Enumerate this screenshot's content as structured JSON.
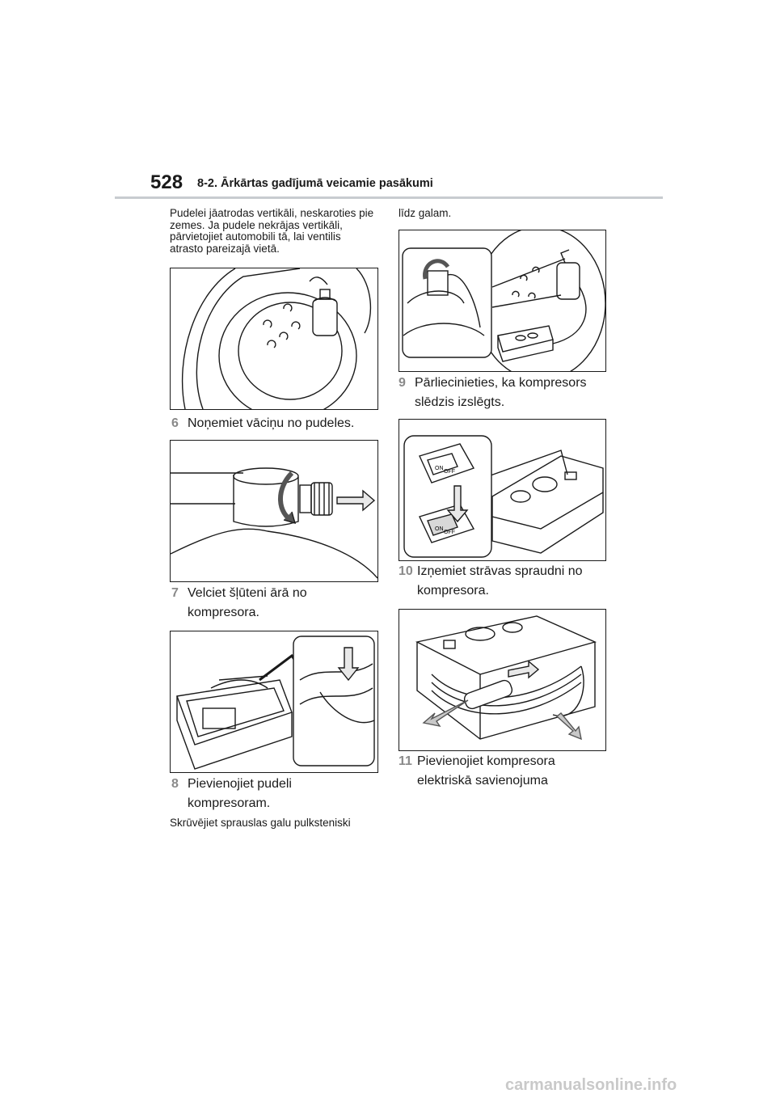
{
  "header": {
    "page_number": "528",
    "section_title": "8-2. Ārkārtas gadījumā veicamie pasākumi"
  },
  "left_column": {
    "intro_text": "Pudelei jāatrodas vertikāli, neskaroties pie zemes. Ja pudele nekrājas vertikāli, pārvietojiet automobili tā, lai ventilis atrasto pareizajā vietā.",
    "step6": {
      "number": "6",
      "text": "Noņemiet vāciņu no pudeles."
    },
    "step7": {
      "number": "7",
      "text": "Velciet šļūteni ārā no kompresora."
    },
    "step8": {
      "number": "8",
      "text": "Pievienojiet pudeli kompresoram."
    },
    "step8_note": "Skrūvējiet sprauslas galu pulksteniski"
  },
  "right_column": {
    "continuation": "līdz galam.",
    "step9": {
      "number": "9",
      "text": "Pārliecinieties, ka kompresors slēdzis izslēgts."
    },
    "step10": {
      "number": "10",
      "text": "Izņemiet strāvas spraudni no kompresora."
    },
    "step11": {
      "number": "11",
      "text": "Pievienojiet kompresora elektriskā savienojuma"
    }
  },
  "figure_labels": {
    "switch_on": "ON",
    "switch_off": "OFF"
  },
  "footer": {
    "watermark": "carmanualsonline.info"
  }
}
